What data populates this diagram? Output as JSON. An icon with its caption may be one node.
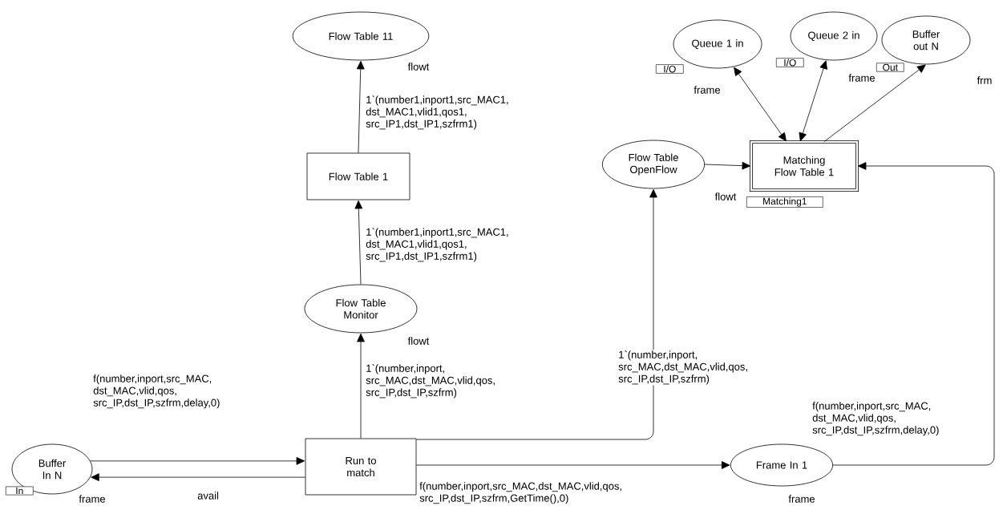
{
  "diagram": {
    "nodes": [
      {
        "text": [
          "Flow Table 11"
        ],
        "beside": [
          "flowt"
        ]
      },
      {
        "text": [
          "Queue 1 in"
        ],
        "beside": [
          "I/O",
          "frame"
        ]
      },
      {
        "text": [
          "Queue 2 in"
        ],
        "beside": [
          "I/O",
          "frame"
        ]
      },
      {
        "text": [
          "Buffer out N"
        ],
        "beside": [
          "Out",
          "frm"
        ]
      },
      {
        "text": [
          "Flow Table 1"
        ]
      },
      {
        "text": [
          "Flow Table OpenFlow"
        ],
        "beside": [
          "flowt"
        ]
      },
      {
        "text": [
          "Matching Flow Table 1"
        ],
        "beside": [
          "Matching1"
        ]
      },
      {
        "text": [
          "Flow Table Monitor"
        ],
        "beside": [
          "flowt"
        ]
      },
      {
        "text": [
          "Buffer In N"
        ],
        "beside": [
          "In",
          "frame"
        ]
      },
      {
        "text": [
          "Run to match"
        ]
      },
      {
        "text": [
          "Frame In 1"
        ],
        "beside": [
          "frame"
        ]
      }
    ],
    "edges": [
      {
        "from": 4,
        "to": 0,
        "arrow": "to",
        "label": "1`(number1,inport1,src_MAC1, dst_MAC1,vlid1,qos1, src_IP1,dst_IP1,szfrm1)"
      },
      {
        "from": 7,
        "to": 4,
        "arrow": "to",
        "label": "1`(number1,inport1,src_MAC1, dst_MAC1,vlid1,qos1, src_IP1,dst_IP1,szfrm1)"
      },
      {
        "from": 9,
        "to": 7,
        "arrow": "to",
        "label": "1`(number,inport, src_MAC,dst_MAC,vlid,qos, src_IP,dst_IP,szfrm)"
      },
      {
        "from": 9,
        "to": 5,
        "arrow": "to",
        "label": "1`(number,inport, src_MAC,dst_MAC,vlid,qos, src_IP,dst_IP,szfrm)"
      },
      {
        "from": 5,
        "to": 6,
        "arrow": "to"
      },
      {
        "from": 1,
        "to": 6,
        "arrow": "both"
      },
      {
        "from": 2,
        "to": 6,
        "arrow": "both"
      },
      {
        "from": 6,
        "to": 3,
        "arrow": "to"
      },
      {
        "from": 10,
        "to": 6,
        "arrow": "to",
        "label": "f(number,inport,src_MAC, dst_MAC,vlid,qos, src_IP,dst_IP,szfrm,delay,0)"
      },
      {
        "from": 8,
        "to": 9,
        "arrow": "to",
        "label": "f(number,inport,src_MAC, dst_MAC,vlid,qos, src_IP,dst_IP,szfrm,delay,0)"
      },
      {
        "from": 9,
        "to": 8,
        "arrow": "to",
        "label": "avail"
      },
      {
        "from": 9,
        "to": 10,
        "arrow": "to",
        "label": "f(number,inport,src_MAC,dst_MAC,vlid,qos, src_IP,dst_IP,szfrm,GetTime(),0)"
      }
    ]
  }
}
